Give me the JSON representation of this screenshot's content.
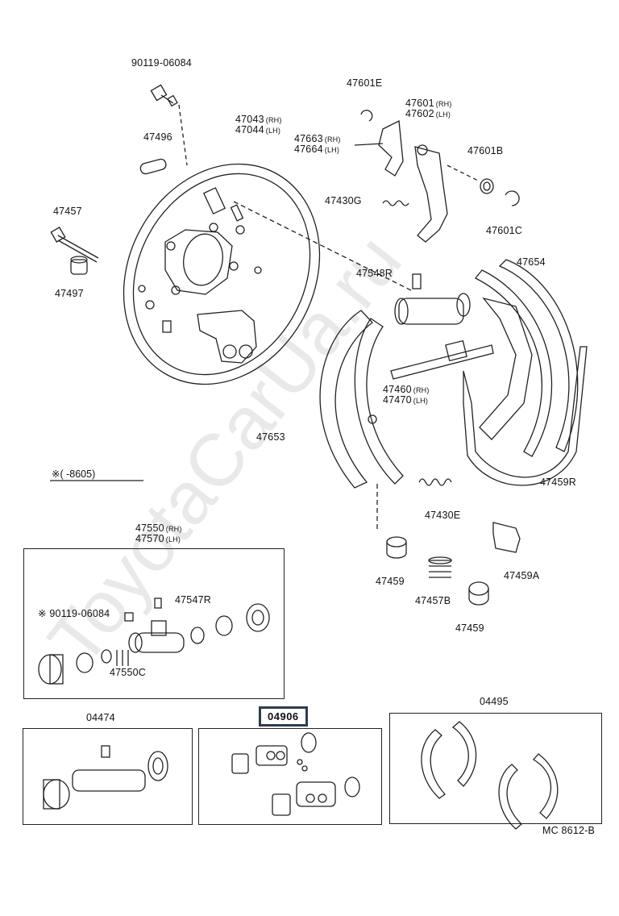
{
  "watermark": "ToyotaCarUa.ru",
  "parts": {
    "p90119_06084": "90119-06084",
    "p47496": "47496",
    "p47457": "47457",
    "p47497": "47497",
    "p47043": "47043",
    "p47044": "47044",
    "p47601E": "47601E",
    "p47663": "47663",
    "p47664": "47664",
    "p47430G": "47430G",
    "p47601": "47601",
    "p47602": "47602",
    "p47601B": "47601B",
    "p47601C": "47601C",
    "p47548R": "47548R",
    "p47654": "47654",
    "p47460": "47460",
    "p47470": "47470",
    "p47653": "47653",
    "p47459R": "47459R",
    "p47430E": "47430E",
    "p47459a": "47459",
    "p47459A": "47459A",
    "p47457B": "47457B",
    "p47459b": "47459",
    "p47550": "47550",
    "p47570": "47570",
    "p47547R": "47547R",
    "p90119_box": "90119-06084",
    "p47550C": "47550C",
    "kit04474": "04474",
    "kit04906": "04906",
    "kit04495": "04495"
  },
  "suffix": {
    "rh": "(RH)",
    "lh": "(LH)"
  },
  "note_mark": "※",
  "note_range": "※(    -8605)",
  "footer_code": "MC 8612-B",
  "colors": {
    "ink": "#111111",
    "highlight_border": "#2d3e4e",
    "watermark": "#d8d8d8"
  }
}
